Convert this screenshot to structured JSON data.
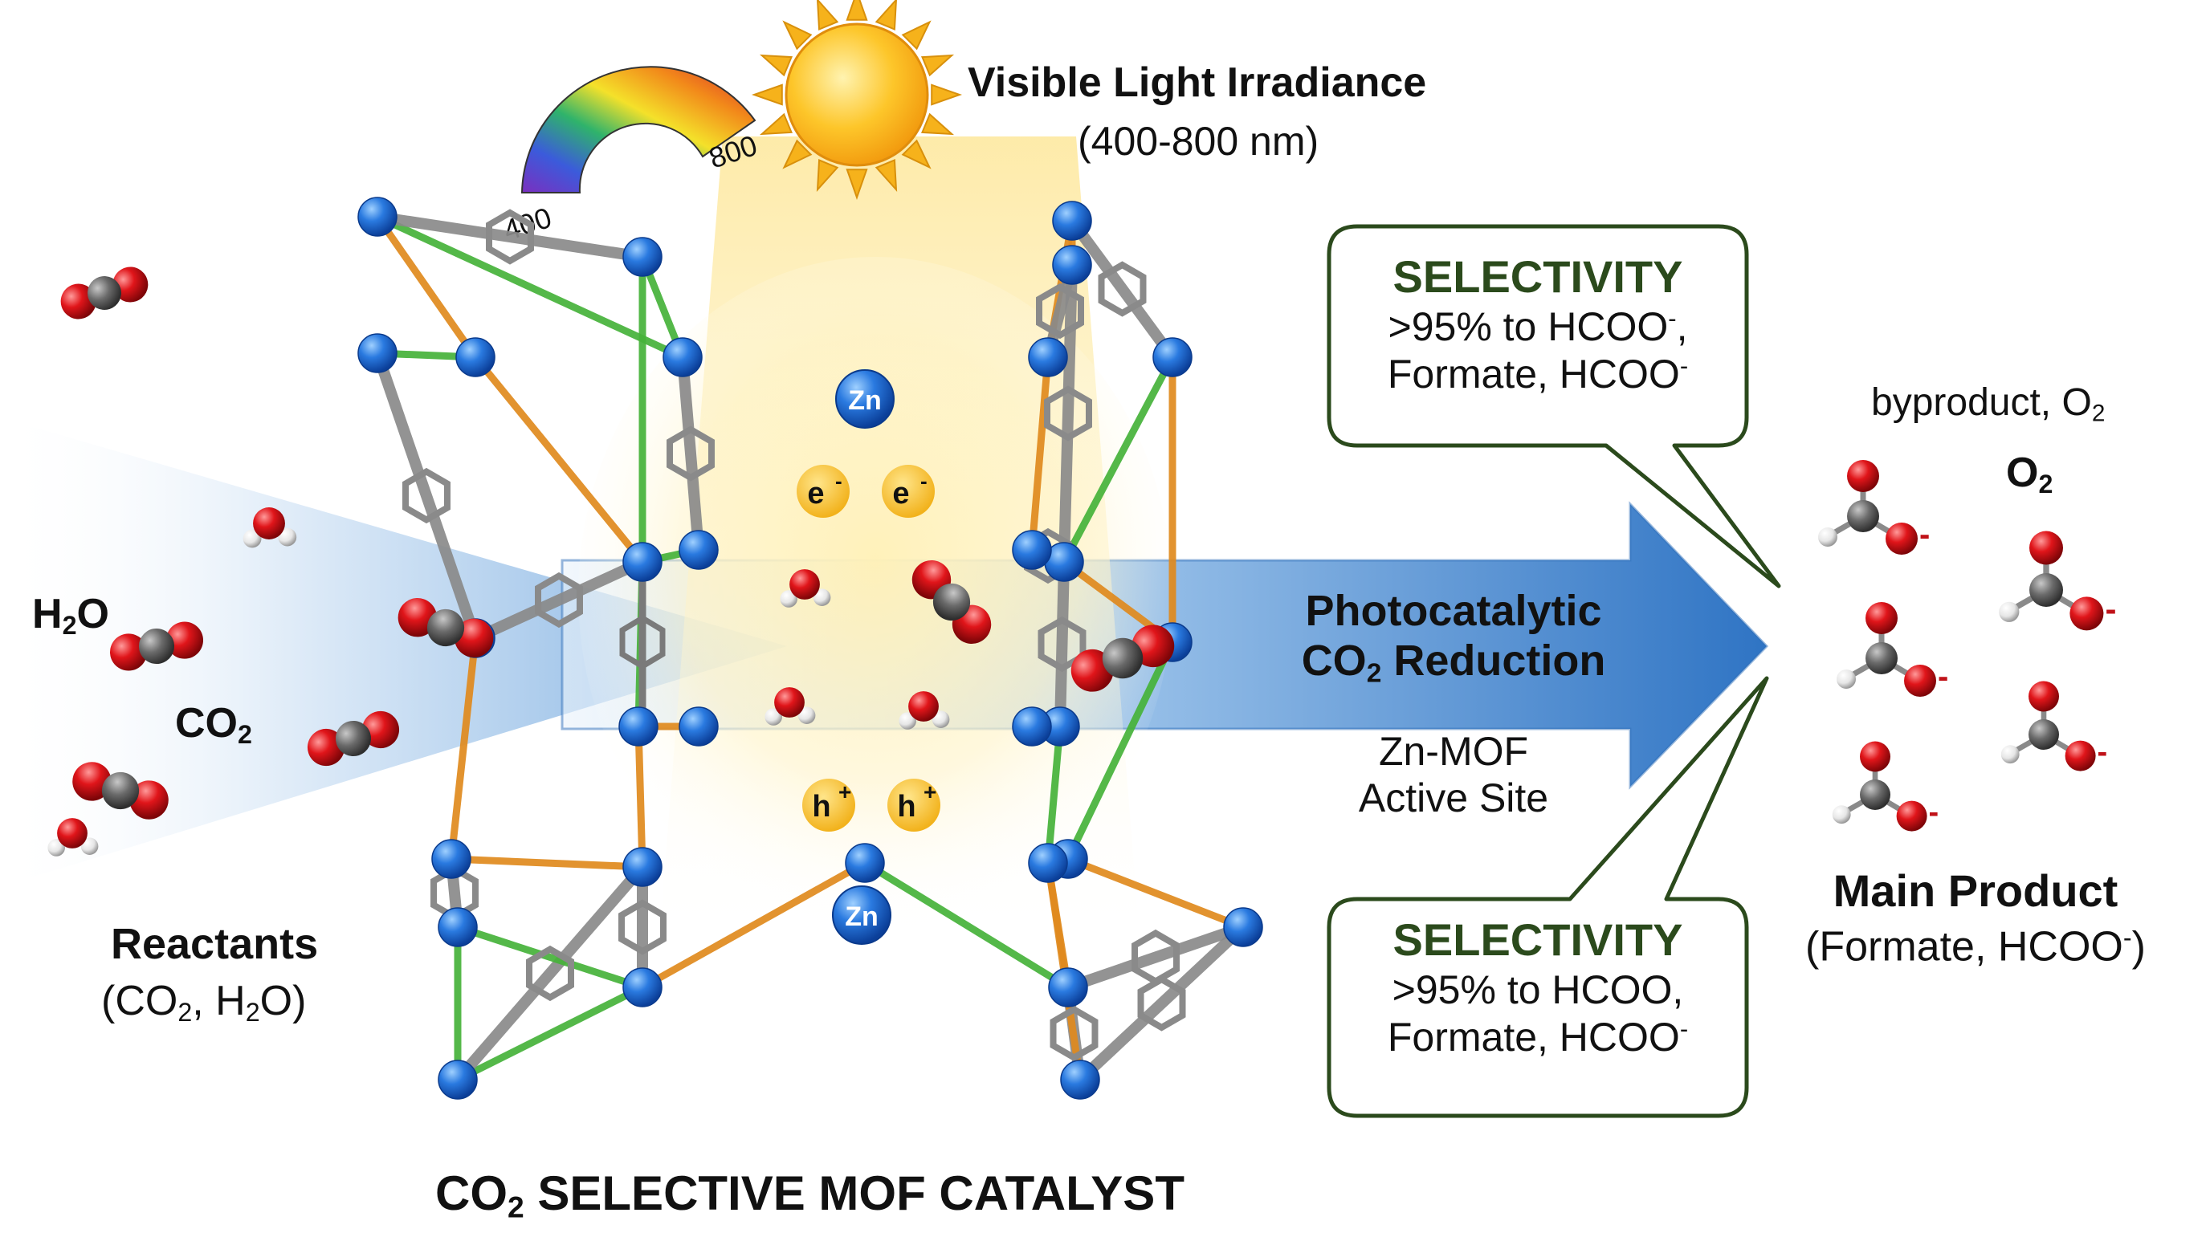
{
  "light": {
    "title": "Visible Light Irradiance",
    "range": "(400-800 nm)",
    "spectrum_min": "400",
    "spectrum_max": "800"
  },
  "metal_label": "Zn",
  "carriers": {
    "electron": "e",
    "electron_charge": "-",
    "hole": "h",
    "hole_charge": "+"
  },
  "reactants": {
    "h2o": {
      "main": "H",
      "sub": "2",
      "tail": "O"
    },
    "co2": {
      "main": "CO",
      "sub": "2"
    },
    "title": "Reactants",
    "detail": {
      "p1": "(CO",
      "s1": "2",
      "p2": ", H",
      "s2": "2",
      "p3": "O)"
    }
  },
  "catalyst_title": {
    "p1": "CO",
    "sub": "2",
    "p2": " SELECTIVE MOF CATALYST"
  },
  "process": {
    "line1": "Photocatalytic",
    "line2": {
      "p1": "CO",
      "sub": "2",
      "p2": " Reduction"
    },
    "site_line1": "Zn-MOF",
    "site_line2": "Active Site"
  },
  "callout_top": {
    "title": "SELECTIVITY",
    "line1": {
      "p1": ">95% to HCOO",
      "sup": "-",
      "p2": ","
    },
    "line2": {
      "p1": "Formate, HCOO",
      "sup": "-"
    }
  },
  "callout_bottom": {
    "title": "SELECTIVITY",
    "line1": ">95% to HCOO,",
    "line2": {
      "p1": "Formate, HCOO",
      "sup": "-"
    }
  },
  "byproduct": {
    "caption": {
      "p1": "byproduct, O",
      "sub": "2"
    },
    "formula": {
      "p1": "O",
      "sub": "2"
    }
  },
  "main_product": {
    "title": "Main Product",
    "detail": {
      "p1": "(Formate, HCOO",
      "sup": "-",
      "p2": ")"
    }
  },
  "formate_charge": "-",
  "colors": {
    "node_blue": "#1f6fd6",
    "linker_orange": "#e08a1e",
    "linker_green": "#46b33a",
    "linker_gray": "#8a8a8a",
    "oxygen_red": "#e0151a",
    "carbon_gray": "#5f5f5f",
    "hydrogen_white": "#f2f2f2",
    "arrow_blue": "#3f84d0",
    "callout_green": "#2b4a1c",
    "sun_yellow": "#fdbd1f",
    "carrier_yellow": "#f7c23a"
  }
}
